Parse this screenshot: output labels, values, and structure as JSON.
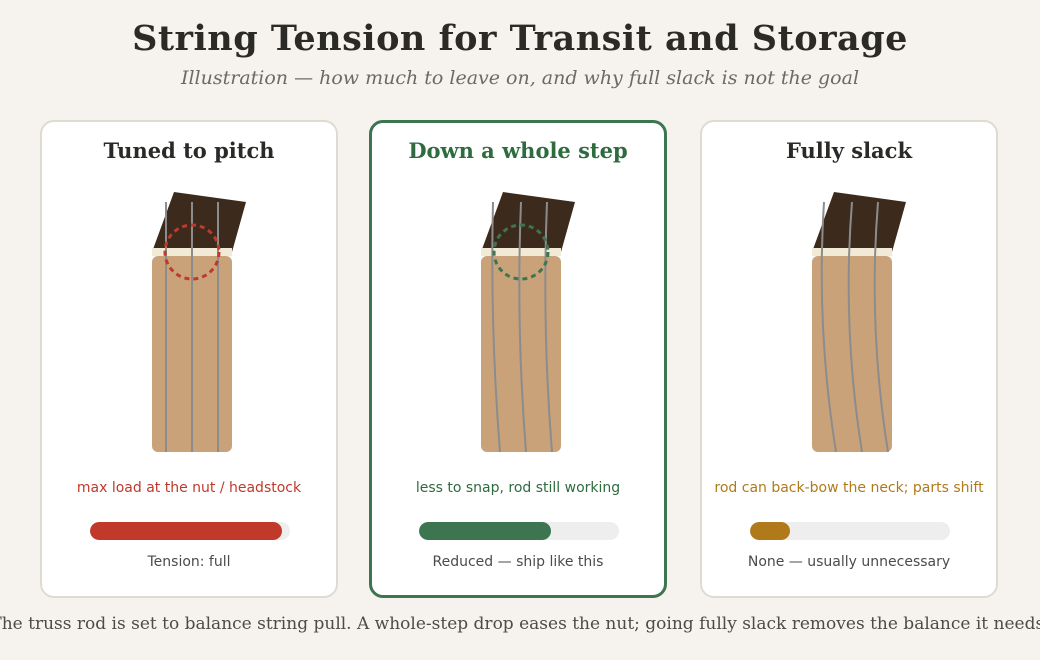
{
  "title": "String Tension for Transit and Storage",
  "subtitle": "Illustration — how much to leave on, and why full slack is not the goal",
  "cards": [
    {
      "title": "Tuned to pitch",
      "note": "max load at the nut / headstock",
      "note_color": "#c0392b",
      "circle_color": "#c0392b",
      "bar_color": "#c0392b",
      "tension_level": 0.96,
      "string_slack": 0,
      "bar_label": "Tension: full",
      "selected": false
    },
    {
      "title": "Down a whole step",
      "note": "less to snap, rod still working",
      "note_color": "#2e6b3f",
      "circle_color": "#3d7550",
      "bar_color": "#3d7550",
      "tension_level": 0.66,
      "string_slack": 0.5,
      "bar_label": "Reduced — ship like this",
      "selected": true
    },
    {
      "title": "Fully slack",
      "note": "rod can back-bow the neck; parts shift",
      "note_color": "#b07a1a",
      "circle_color": "",
      "bar_color": "#b07a1a",
      "tension_level": 0.2,
      "string_slack": 1,
      "bar_label": "None — usually unnecessary",
      "selected": false
    }
  ],
  "footer": "The truss rod is set to balance string pull. A whole-step drop eases the nut; going fully slack removes the balance it needs."
}
